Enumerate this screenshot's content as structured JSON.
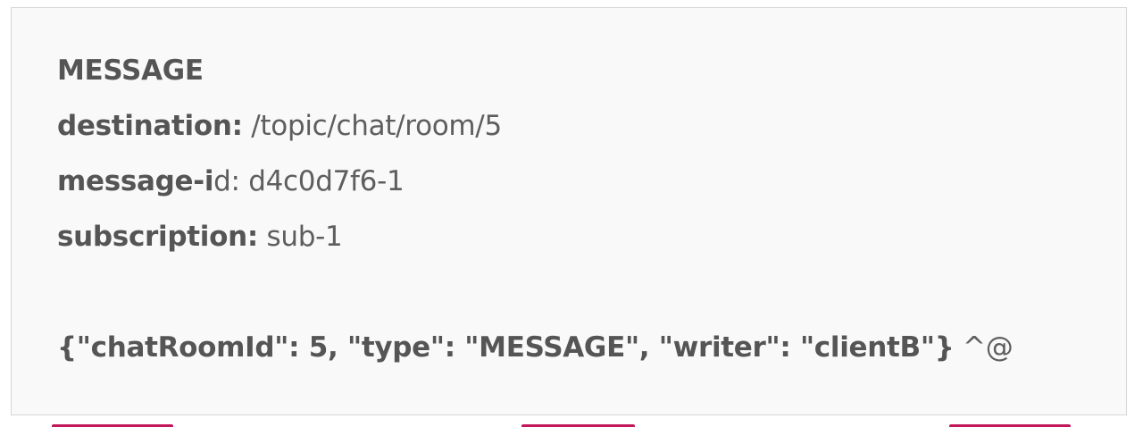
{
  "frame": {
    "command": "MESSAGE",
    "headers": [
      {
        "key": "destination:",
        "value": " /topic/chat/room/5"
      },
      {
        "key": "message-i",
        "key_rest": "d:",
        "value": " d4c0d7f6-1"
      },
      {
        "key": "subscription:",
        "value": " sub-1"
      }
    ],
    "body": "{\"chatRoomId\": 5, \"type\": \"MESSAGE\", \"writer\": \"clientB\"}",
    "terminator": " ^@"
  },
  "colors": {
    "accent": "#c2185b"
  }
}
